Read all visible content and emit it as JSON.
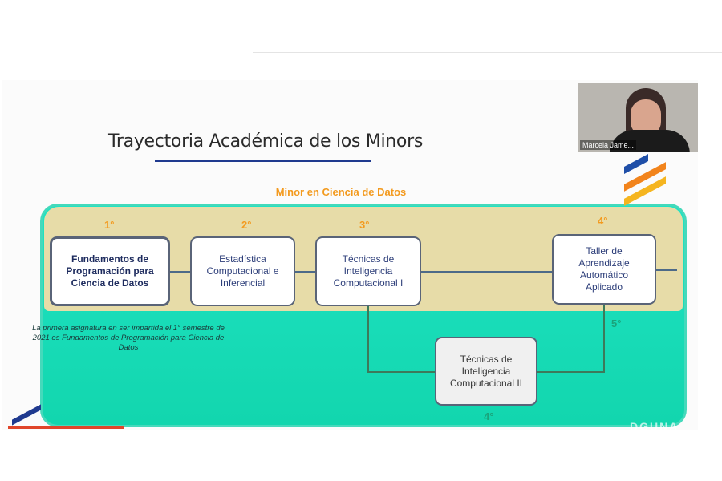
{
  "slide": {
    "title": "Trayectoria Académica de los Minors",
    "minor_title": "Minor en Ciencia de Datos",
    "semesters": {
      "s1": "1°",
      "s2": "2°",
      "s3": "3°",
      "s4": "4°",
      "s5": "5°",
      "s4b": "4°"
    },
    "courses": [
      "Fundamentos de Programación para Ciencia de Datos",
      "Estadística Computacional e Inferencial",
      "Técnicas de Inteligencia Computacional I",
      "Taller de Aprendizaje Automático Aplicado",
      "Técnicas de Inteligencia Computacional II"
    ],
    "note": "La primera asignatura en ser impartida el 1° semestre de 2021 es Fundamentos de Programación para Ciencia de Datos",
    "logo_text": "DGUNA"
  },
  "video": {
    "participant_name": "Marcela Jame..."
  },
  "colors": {
    "teal": "#20e3c3",
    "beige": "#e7dca8",
    "orange": "#f39a1e",
    "navy": "#1f3a8f"
  }
}
